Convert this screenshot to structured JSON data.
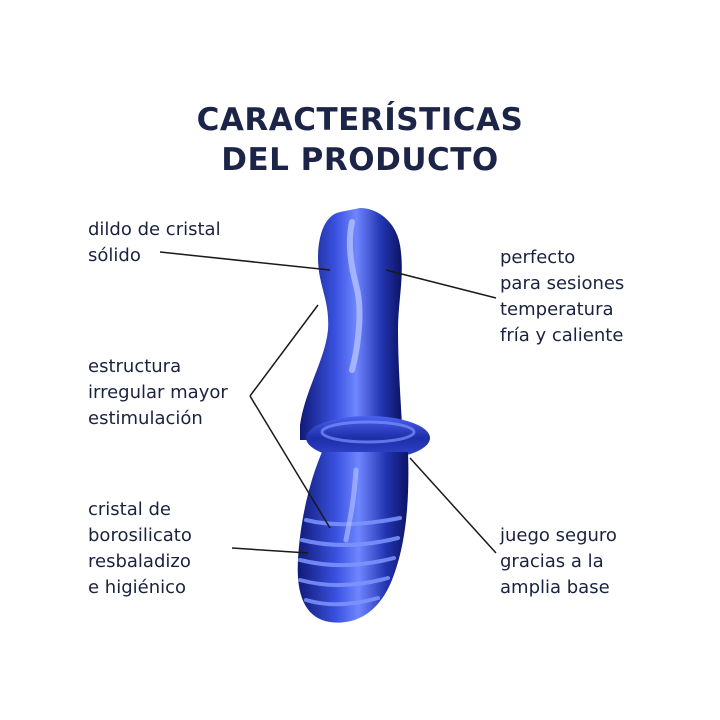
{
  "header": {
    "title_line1": "CARACTERÍSTICAS",
    "title_line2": "DEL PRODUCTO"
  },
  "colors": {
    "title": "#1c2548",
    "text": "#1a2240",
    "product_glass": "#2b3fc4",
    "leader_lines": "#1a1a1a"
  },
  "features": {
    "top_left": [
      "dildo de cristal",
      "sólido"
    ],
    "middle_left": [
      "estructura",
      "irregular mayor",
      "estimulación"
    ],
    "bottom_left": [
      "cristal de",
      "borosilicato",
      "resbaladizo",
      "e higiénico"
    ],
    "top_right": [
      "perfecto",
      "para sesiones",
      "temperatura",
      "fría y caliente"
    ],
    "bottom_right": [
      "juego seguro",
      "gracias a la",
      "amplia base"
    ]
  }
}
